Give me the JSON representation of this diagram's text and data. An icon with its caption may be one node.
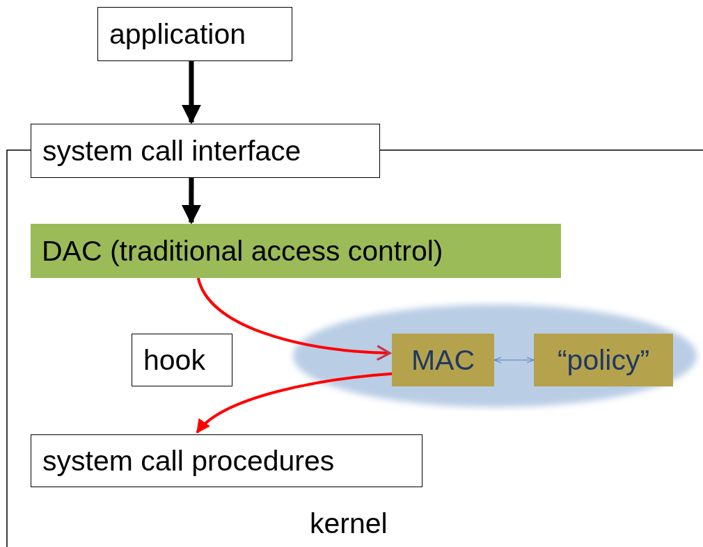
{
  "diagram": {
    "nodes": [
      {
        "text": [
          "application"
        ]
      },
      {
        "text": [
          "system call interface"
        ]
      },
      {
        "text": [
          "DAC (traditional access control)"
        ]
      },
      {
        "text": [
          "hook"
        ]
      },
      {
        "text": [],
        "shape": "ellipse"
      },
      {
        "text": [
          "MAC"
        ],
        "in": 4
      },
      {
        "text": [
          "“policy”"
        ],
        "in": 4
      },
      {
        "text": [
          "system call procedures"
        ]
      }
    ],
    "edges": [
      {
        "from": 0,
        "to": 1,
        "arrow": "to"
      },
      {
        "from": 1,
        "to": 2,
        "arrow": "to"
      },
      {
        "from": 2,
        "to": 5,
        "arrow": "to",
        "color": "#ff0000"
      },
      {
        "from": 5,
        "to": 7,
        "arrow": "to",
        "color": "#ff0000"
      },
      {
        "from": 5,
        "to": 6,
        "arrow": "both",
        "color": "#4f81bd"
      }
    ],
    "labels": [
      "kernel"
    ]
  }
}
